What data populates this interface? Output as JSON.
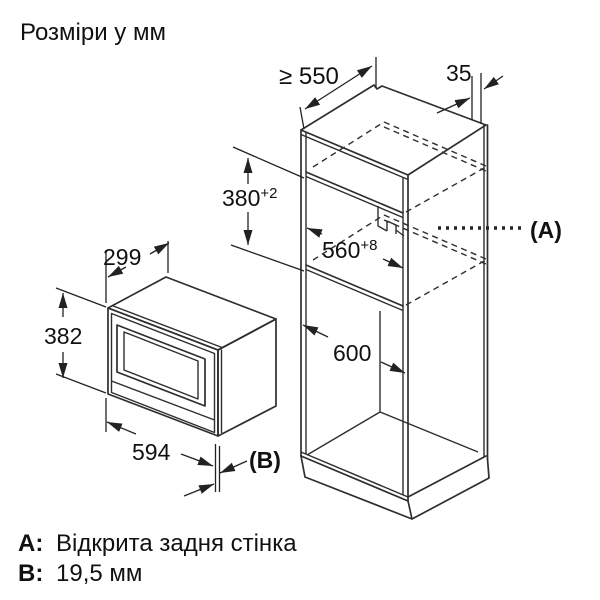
{
  "title": "Розміри у мм",
  "colors": {
    "line": "#2e2e2e",
    "text": "#111111",
    "background": "#ffffff"
  },
  "dimensions": {
    "cabinet_depth": "≥ 550",
    "rear_gap": "35",
    "niche_height": "380",
    "niche_height_tolerance": "+2",
    "niche_width": "560",
    "niche_width_tolerance": "+8",
    "cabinet_width": "600",
    "oven_depth": "299",
    "oven_height": "382",
    "oven_width": "594",
    "callout_a": "(A)",
    "callout_b": "(B)"
  },
  "legend": {
    "a_key": "A:",
    "a_value": "Відкрита задня стінка",
    "b_key": "B:",
    "b_value": "19,5 мм"
  }
}
